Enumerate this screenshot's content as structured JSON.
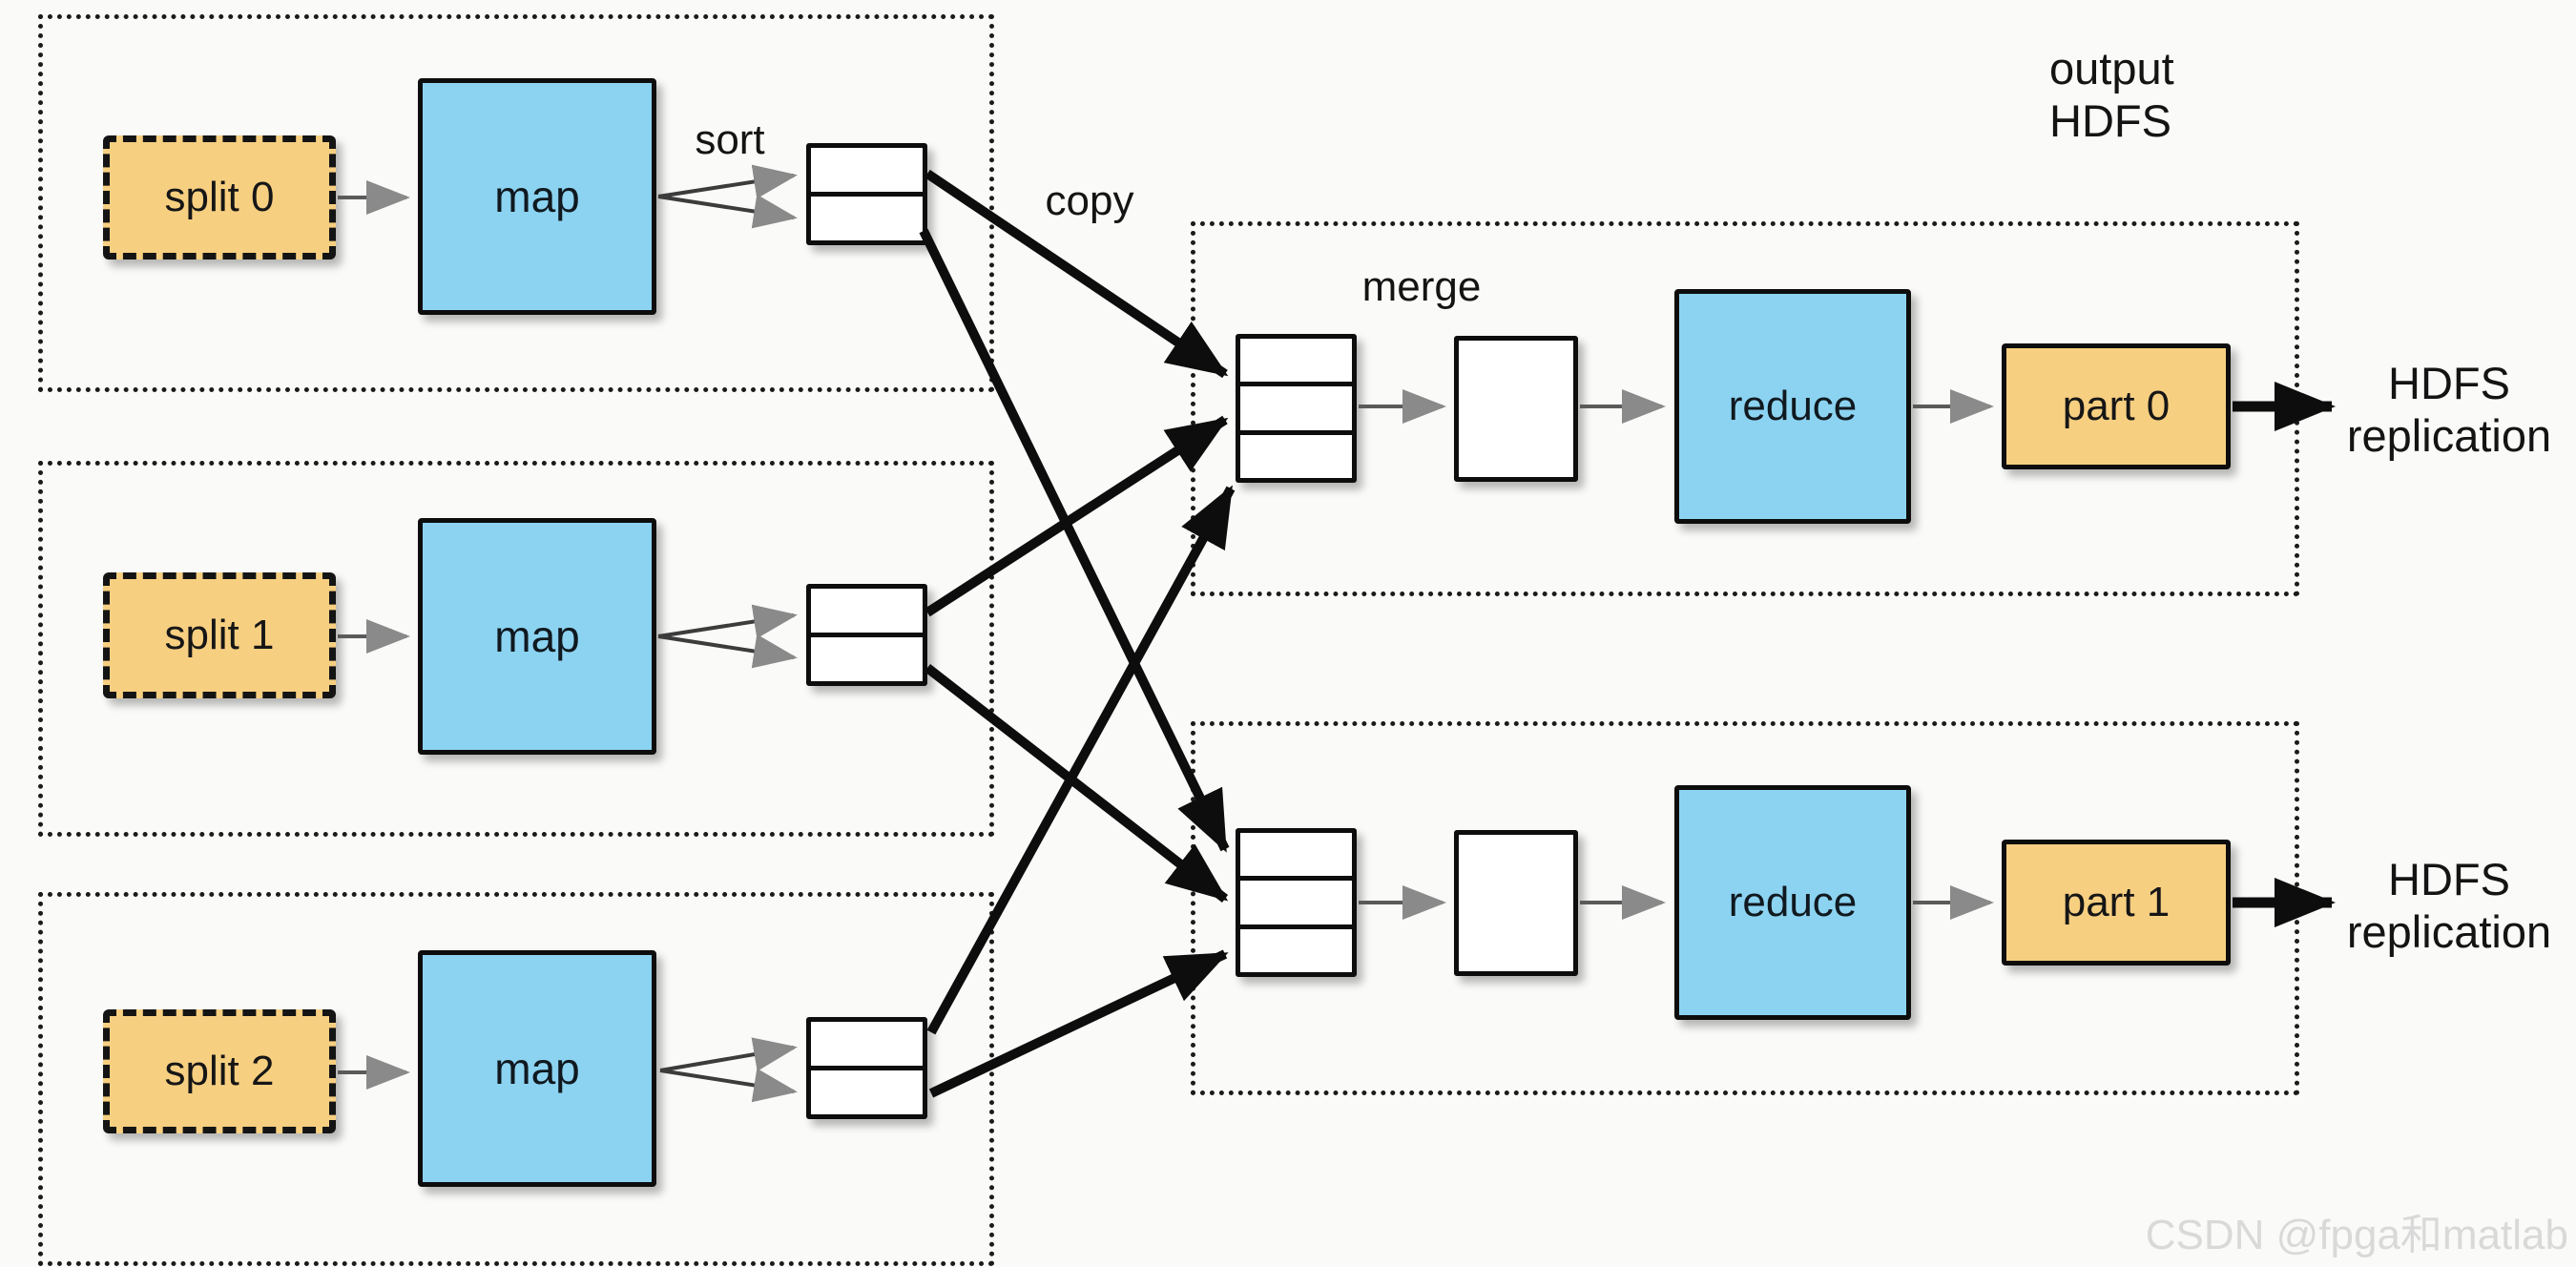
{
  "labels": {
    "sort": "sort",
    "copy": "copy",
    "merge": "merge"
  },
  "output_label": {
    "line1": "output",
    "line2": "HDFS"
  },
  "hdfs_replication": {
    "line1": "HDFS",
    "line2": "replication"
  },
  "map_tasks": [
    {
      "split_label": "split 0",
      "map_label": "map"
    },
    {
      "split_label": "split 1",
      "map_label": "map"
    },
    {
      "split_label": "split 2",
      "map_label": "map"
    }
  ],
  "reduce_tasks": [
    {
      "reduce_label": "reduce",
      "part_label": "part 0"
    },
    {
      "reduce_label": "reduce",
      "part_label": "part 1"
    }
  ],
  "watermark": "CSDN @fpga和matlab",
  "flows": [
    "split0->map0",
    "split1->map1",
    "split2->map2",
    "map0->sort-buffer0",
    "map1->sort-buffer1",
    "map2->sort-buffer2",
    "sort-buffer0->merge-buffer0 (copy)",
    "sort-buffer0->merge-buffer1 (copy)",
    "sort-buffer1->merge-buffer0 (copy)",
    "sort-buffer1->merge-buffer1 (copy)",
    "sort-buffer2->merge-buffer0 (copy)",
    "sort-buffer2->merge-buffer1 (copy)",
    "merge-buffer0->spill-box0->reduce0->part0->HDFS replication",
    "merge-buffer1->spill-box1->reduce1->part1->HDFS replication"
  ],
  "colors": {
    "canvas_bg": "#FAFAF8",
    "split_fill": "#F7CF81",
    "map_fill": "#8CD3F1",
    "reduce_fill": "#8CD3F1",
    "part_fill": "#F7CF81",
    "arrow_black": "#0d0d0d",
    "arrow_gray": "#8a8a8a",
    "watermark_text": "#D9D9D9"
  }
}
